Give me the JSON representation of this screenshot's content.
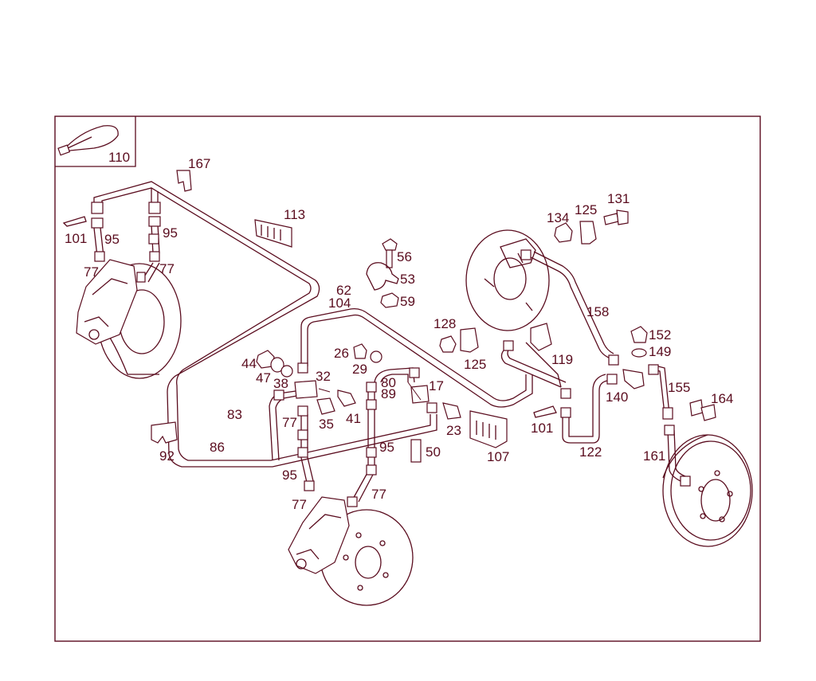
{
  "diagram": {
    "inset_label": "110",
    "labels": [
      {
        "id": "167",
        "text": "167"
      },
      {
        "id": "113",
        "text": "113"
      },
      {
        "id": "101a",
        "text": "101"
      },
      {
        "id": "95a",
        "text": "95"
      },
      {
        "id": "95b",
        "text": "95"
      },
      {
        "id": "77a",
        "text": "77"
      },
      {
        "id": "77b",
        "text": "77"
      },
      {
        "id": "62",
        "text": "62"
      },
      {
        "id": "104",
        "text": "104"
      },
      {
        "id": "56",
        "text": "56"
      },
      {
        "id": "53",
        "text": "53"
      },
      {
        "id": "59",
        "text": "59"
      },
      {
        "id": "134",
        "text": "134"
      },
      {
        "id": "125a",
        "text": "125"
      },
      {
        "id": "131",
        "text": "131"
      },
      {
        "id": "158",
        "text": "158"
      },
      {
        "id": "128",
        "text": "128"
      },
      {
        "id": "125b",
        "text": "125"
      },
      {
        "id": "152",
        "text": "152"
      },
      {
        "id": "149",
        "text": "149"
      },
      {
        "id": "119",
        "text": "119"
      },
      {
        "id": "44",
        "text": "44"
      },
      {
        "id": "47",
        "text": "47"
      },
      {
        "id": "38",
        "text": "38"
      },
      {
        "id": "32",
        "text": "32"
      },
      {
        "id": "26",
        "text": "26"
      },
      {
        "id": "29",
        "text": "29"
      },
      {
        "id": "80",
        "text": "80"
      },
      {
        "id": "89",
        "text": "89"
      },
      {
        "id": "17",
        "text": "17"
      },
      {
        "id": "140",
        "text": "140"
      },
      {
        "id": "155",
        "text": "155"
      },
      {
        "id": "164",
        "text": "164"
      },
      {
        "id": "83",
        "text": "83"
      },
      {
        "id": "77c",
        "text": "77"
      },
      {
        "id": "35",
        "text": "35"
      },
      {
        "id": "41",
        "text": "41"
      },
      {
        "id": "23",
        "text": "23"
      },
      {
        "id": "101b",
        "text": "101"
      },
      {
        "id": "107",
        "text": "107"
      },
      {
        "id": "122",
        "text": "122"
      },
      {
        "id": "92",
        "text": "92"
      },
      {
        "id": "86",
        "text": "86"
      },
      {
        "id": "95c",
        "text": "95"
      },
      {
        "id": "95d",
        "text": "95"
      },
      {
        "id": "50",
        "text": "50"
      },
      {
        "id": "161",
        "text": "161"
      },
      {
        "id": "77d",
        "text": "77"
      },
      {
        "id": "77e",
        "text": "77"
      }
    ]
  }
}
